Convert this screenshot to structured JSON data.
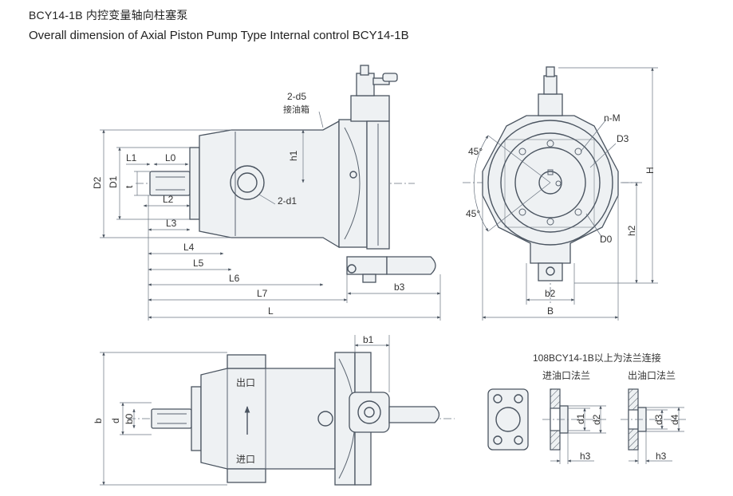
{
  "title_cn": "BCY14-1B 内控变量轴向柱塞泵",
  "title_en": "Overall dimension of Axial Piston Pump Type Internal control BCY14-1B",
  "side_view": {
    "labels": {
      "d5": "2-d5",
      "oil_tank": "接油箱",
      "d1_holes": "2-d1",
      "h1": "h1",
      "D2": "D2",
      "D1": "D1",
      "t": "t",
      "L1": "L1",
      "L0": "L0",
      "L2": "L2",
      "L3": "L3",
      "L4": "L4",
      "L5": "L5",
      "L6": "L6",
      "L7": "L7",
      "L": "L",
      "b3": "b3"
    }
  },
  "end_view": {
    "labels": {
      "nM": "n-M",
      "D3": "D3",
      "D0": "D0",
      "angle_top": "45°",
      "angle_bottom": "45°",
      "H": "H",
      "h2": "h2",
      "b2": "b2",
      "B": "B"
    }
  },
  "top_view": {
    "labels": {
      "b1": "b1",
      "outlet": "出口",
      "inlet": "进口",
      "b": "b",
      "d": "d",
      "b0": "b0"
    }
  },
  "flange_view": {
    "note": "108BCY14-1B以上为法兰连接",
    "inlet_title": "进油口法兰",
    "outlet_title": "出油口法兰",
    "labels": {
      "d1": "d1",
      "d2": "d2",
      "d3": "d3",
      "d4": "d4",
      "h3_a": "h3",
      "h3_b": "h3"
    }
  }
}
